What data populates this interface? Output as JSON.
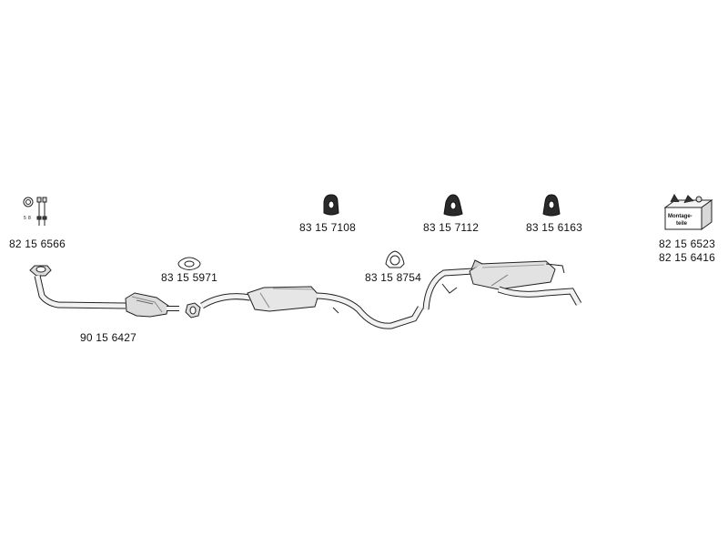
{
  "labels": {
    "bolt_kit": "82 15 6566",
    "gasket_front": "83 15 5971",
    "front_pipe": "90 15 6427",
    "hanger_1": "83 15 7108",
    "clamp": "83 15  8754",
    "hanger_2": "83 15 7112",
    "hanger_3": "83 15 6163",
    "kit_1": "82 15 6523",
    "kit_2": "82 15 6416"
  },
  "box_label": {
    "line1": "Montage-",
    "line2": "teile"
  },
  "bolt_kit_marks": {
    "a": "5",
    "b": "8"
  },
  "colors": {
    "line": "#222222",
    "part_fill": "#e8e8e8",
    "shade": "#b5b5b5",
    "rubber": "#2a2a2a"
  }
}
